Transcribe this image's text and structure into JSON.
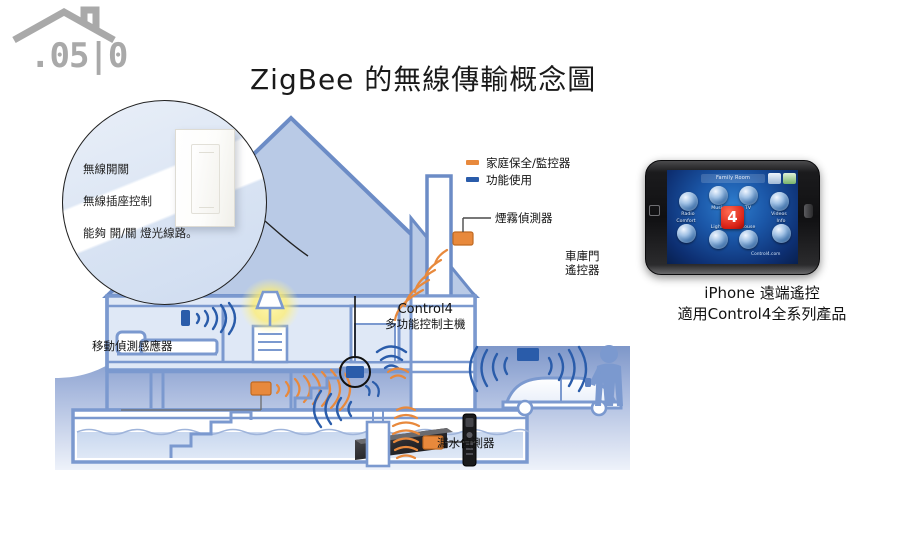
{
  "logo": {
    "text": ".05|0",
    "icon": "house-outline-icon",
    "color": "#a9a9a9"
  },
  "title": "ZigBee 的無線傳輸概念圖",
  "colors": {
    "security_orange": "#e8893c",
    "function_blue": "#2a5caa",
    "house_fill": "#b9cae6",
    "house_outline": "#5b7fc0",
    "control4_red": "#d81f14"
  },
  "callout": {
    "name": "wireless-switch-callout",
    "lines": [
      "無線開關",
      "無線插座控制",
      "能夠 開/關 燈光線路。"
    ],
    "device_icon": "light-switch-plate-icon"
  },
  "legend": {
    "items": [
      {
        "label": "家庭保全/監控器",
        "color": "#e8893c",
        "swatch": "orange-dash-icon"
      },
      {
        "label": "功能使用",
        "color": "#2a5caa",
        "swatch": "blue-dash-icon"
      }
    ]
  },
  "house_labels": {
    "smoke_detector": "煙霧偵測器",
    "garage_remote_line1": "車庫門",
    "garage_remote_line2": "遙控器",
    "motion_sensor": "移動偵測感應器",
    "water_leak": "漏水偵測器",
    "controller_en": "Control4",
    "controller_zh": "多功能控制主機"
  },
  "house_elements": [
    {
      "name": "roof",
      "icon": "roof-shape-icon"
    },
    {
      "name": "chimney",
      "icon": "chimney-icon"
    },
    {
      "name": "bed",
      "icon": "bed-icon"
    },
    {
      "name": "lamp",
      "icon": "table-lamp-icon"
    },
    {
      "name": "nightstand",
      "icon": "nightstand-icon"
    },
    {
      "name": "wireless-wall-switch",
      "icon": "wall-switch-icon"
    },
    {
      "name": "staircase",
      "icon": "stairs-icon"
    },
    {
      "name": "car",
      "icon": "car-icon"
    },
    {
      "name": "garage-door-opener",
      "icon": "garage-opener-icon"
    },
    {
      "name": "person-with-remote",
      "icon": "person-icon"
    },
    {
      "name": "controller-box",
      "icon": "av-controller-icon"
    },
    {
      "name": "remote-control",
      "icon": "remote-control-icon"
    },
    {
      "name": "water-heater",
      "icon": "water-heater-icon"
    },
    {
      "name": "flooded-basement",
      "icon": "water-waves-icon"
    },
    {
      "name": "motion-sensor-module",
      "icon": "orange-sensor-icon"
    },
    {
      "name": "smoke-detector-module",
      "icon": "orange-sensor-icon"
    },
    {
      "name": "leak-sensor-module",
      "icon": "orange-sensor-icon"
    },
    {
      "name": "ground-mound",
      "icon": "ground-icon"
    }
  ],
  "phone": {
    "device": "iphone-device",
    "screen_title": "Family Room",
    "center_logo": "4",
    "apps": [
      {
        "label": "Radio",
        "icon": "radio-icon"
      },
      {
        "label": "Music",
        "icon": "music-icon"
      },
      {
        "label": "TV",
        "icon": "tv-icon"
      },
      {
        "label": "Videos",
        "icon": "videos-icon"
      },
      {
        "label": "Comfort",
        "icon": "comfort-icon"
      },
      {
        "label": "Lights",
        "icon": "lights-icon"
      },
      {
        "label": "House",
        "icon": "house-icon"
      },
      {
        "label": "Info",
        "icon": "info-icon"
      }
    ],
    "footer": "Control4.com",
    "caption_line1": "iPhone 遠端遙控",
    "caption_line2": "適用Control4全系列產品"
  }
}
